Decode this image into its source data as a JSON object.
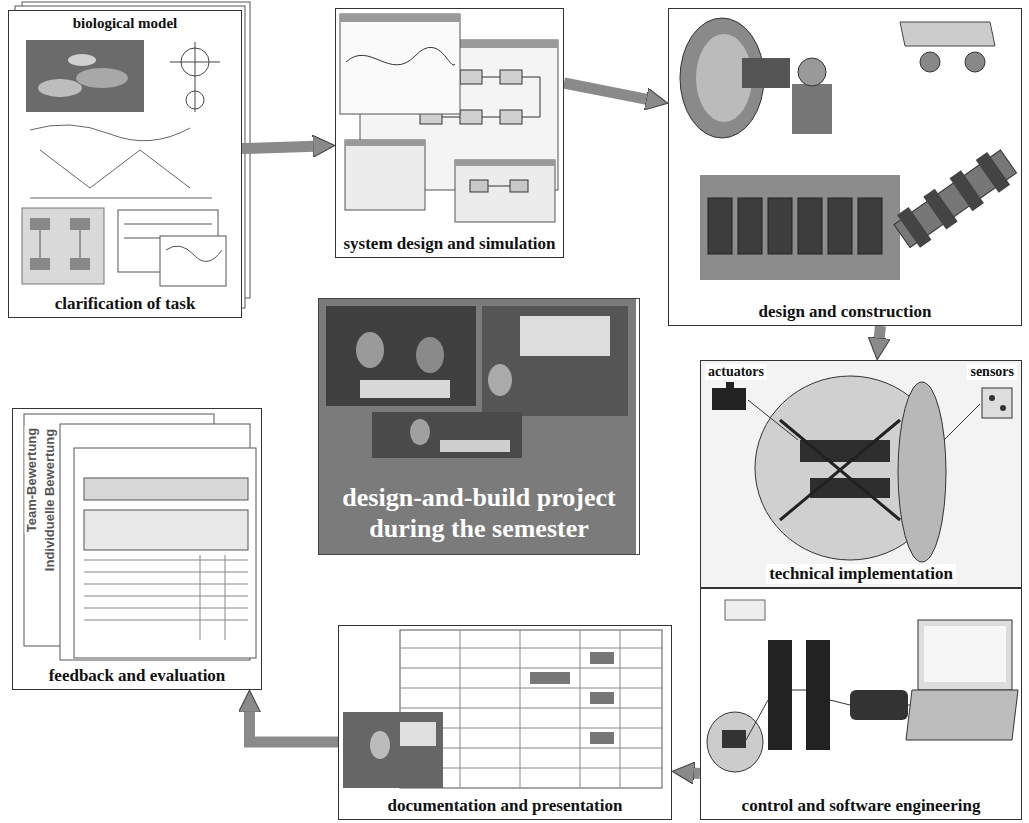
{
  "diagram": {
    "nodes": [
      {
        "text": [
          "biological model",
          "clarification of task"
        ]
      },
      {
        "text": [
          "system design and simulation"
        ]
      },
      {
        "text": [
          "design and construction"
        ]
      },
      {
        "text": [
          "design-and-build project during the semester"
        ]
      },
      {
        "text": [
          "actuators",
          "sensors",
          "technical implementation"
        ]
      },
      {
        "text": [
          "control and software engineering"
        ]
      },
      {
        "text": [
          "documentation and presentation"
        ]
      },
      {
        "text": [
          "feedback and evaluation"
        ]
      }
    ],
    "edges": [
      {
        "from": 0,
        "to": 1,
        "arrow": "to"
      },
      {
        "from": 1,
        "to": 2,
        "arrow": "to"
      },
      {
        "from": 2,
        "to": 4,
        "arrow": "to"
      },
      {
        "from": 5,
        "to": 6,
        "arrow": "to"
      },
      {
        "from": 6,
        "to": 7,
        "arrow": "to"
      }
    ],
    "labels": [
      "Team-Bewertung",
      "Individuelle Bewertung"
    ]
  }
}
